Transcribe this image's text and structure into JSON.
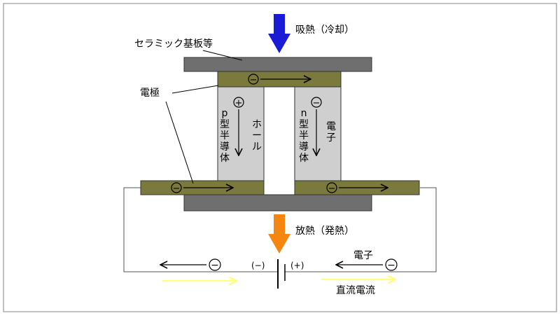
{
  "labels": {
    "heat_absorb": "吸熱（冷却）",
    "ceramic": "セラミック基板等",
    "electrode": "電極",
    "p_type": "p型半導体",
    "hole": "ホール",
    "n_type": "n型半導体",
    "electron_vertical": "電子",
    "heat_release": "放熱（発熱）",
    "electron_bottom": "電子",
    "dc_current": "直流電流",
    "minus_terminal": "(−)",
    "plus_terminal": "(+)"
  },
  "symbols": {
    "minus": "−",
    "plus": "+"
  },
  "colors": {
    "ceramic": "#6f6f6f",
    "electrode": "#7a7a3c",
    "semiconductor": "#cfcfcf",
    "cold_arrow": "#1b1bd6",
    "hot_arrow": "#f5860f",
    "current_arrow": "#ffff99"
  }
}
